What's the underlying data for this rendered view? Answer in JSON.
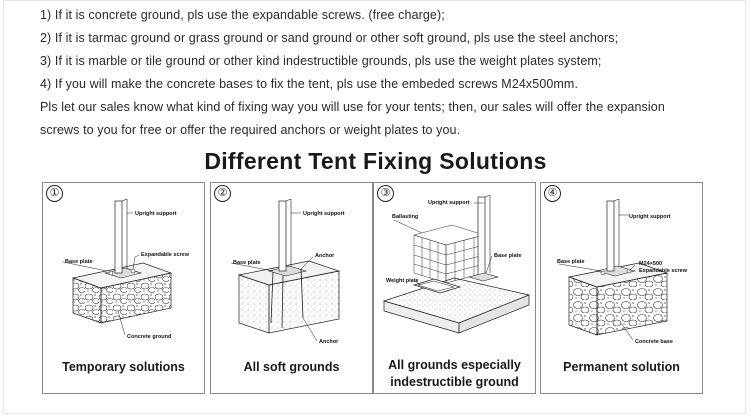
{
  "instructions": [
    "1) If it is concrete ground, pls use the expandable screws. (free charge);",
    "2) If it is tarmac ground or grass ground or sand ground or other soft ground, pls use the steel anchors;",
    "3) If it is marble or tile ground or other kind indestructible grounds, pls use the weight plates system;",
    "4) If you will make the concrete bases to fix the tent, pls use the embeded screws M24x500mm.",
    "Pls let our sales know what kind of fixing way you will use for your tents; then, our sales will offer the expansion",
    "screws to you for free or offer the required anchors or weight plates to you."
  ],
  "section_title": "Different Tent Fixing Solutions",
  "panels": [
    {
      "number": "①",
      "labels": {
        "upright": "Upright support",
        "base_plate": "Base plate",
        "screw": "Expandable screw",
        "ground": "Concrete ground"
      },
      "caption": "Temporary solutions"
    },
    {
      "number": "②",
      "labels": {
        "upright": "Upright support",
        "base_plate": "Base plate",
        "anchor": "Anchor",
        "anchor_bottom": "Anchor"
      },
      "caption": "All soft grounds"
    },
    {
      "number": "③",
      "labels": {
        "upright": "Upright support",
        "ballasting": "Ballasting",
        "base_plate": "Base plate",
        "weight_plate": "Weight plate"
      },
      "caption_line1": "All grounds especially",
      "caption_line2": "indestructible ground"
    },
    {
      "number": "④",
      "labels": {
        "upright": "Upright support",
        "base_plate": "Base plate",
        "screw_size": "M24×500",
        "screw": "Expandable screw",
        "base": "Concrete base"
      },
      "caption": "Permanent solution"
    }
  ]
}
